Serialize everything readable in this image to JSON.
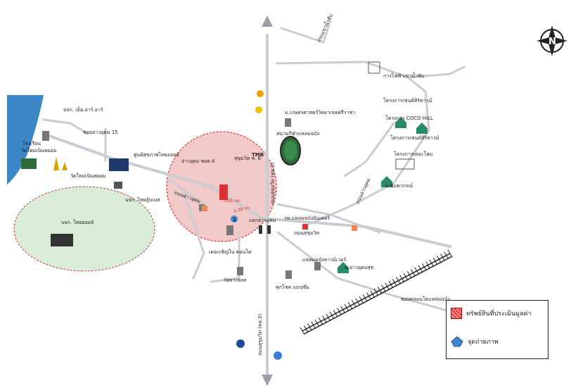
{
  "labels": {
    "bjk_emr": "บจก. เอ็ม.อาร์.อาร์",
    "soi_ao_udom_15": "ซอยอ่าวอุดม 15",
    "rongrian": "โรงเรียน",
    "wat_laem_chabang_top": "วัดใหม่เนินพยอม",
    "wat_mai_noen_phayom": "วัดใหม่เนินพยอม",
    "thai_oil_health": "ศูนย์สุขภาพไทยออยล์",
    "bjk_thai_lube": "บจก. ไทยลู้บเบส",
    "bjk_thai_oil": "บจก. ไทยออยล์",
    "ao_udom_soi4": "อ่าวอุดม ซอย 4",
    "sukhumvit_soi6": "สุขุมวิท ซ. 6",
    "road_ao_udom": "ถนนอ่าวอุดม",
    "ket_consultant_condo": "เคอะเชิญใน คอนโด",
    "kathaplace": "กัตยาเพลส",
    "sukhothai_mansion": "ศุภโชค แมนชั่น",
    "kasetsart_uni": "ม.เกษตรศาสตร์วิทยาเขตศรีราชา",
    "laem_chabang_stadium": "สนามกีฬาแหลมฉบัง",
    "laem_chabang_hospital": "รพ.แหลมฉบังอินเตอร์",
    "ao_udom_intersection": "แยกอ่าวอุดม",
    "sukhumvit_road": "ถนนสุขุมวิท",
    "laem_chabang_tower": "แหลมฉบังทาวน์เวอร์",
    "ma_ao_udom_phatsuk": "ม.อ่าวอุดมสุข",
    "fai_fa": "การไฟฟ้าเขาน้ำซับ",
    "proj_siritown1": "โครงการเซนต์สิริทาวน์",
    "proj_coco_hill": "โครงการ COCO HILL",
    "proj_siritown2": "โครงการเซนต์สิริทาวน์",
    "proj_the_home": "โครงการเดอะโฮม",
    "ma_phimpakon": "ม.พิมพากรณ์",
    "road_khao_nam_sap": "ถนนเขาน้ำซับ",
    "road_sukhumvit_36_top": "ถนนสุขุมวิท (ทล.3)",
    "road_sukhumvit_36_bottom": "ถนนสุขุมวิท (ทล.3)",
    "road_side": "ถนนอ่าวอุดม",
    "soi_ton_laem_chabang": "ซอยตลอนโตแหลมฉบัง",
    "dist_1": "0.05 กม.",
    "dist_2": "0.20 กม.",
    "tmb": "TMB",
    "num1": "1"
  },
  "legend": {
    "property_label": "ทรัพย์สินที่ประเมินมูลค่า",
    "photo_label": "จุดถ่ายภาพ"
  },
  "compass": {
    "letter": "N"
  },
  "colors": {
    "sea": "#3b86c6",
    "oil_zone": "#d8ecd8",
    "property_zone": "#f1c9c9",
    "road": "#c9ccd2",
    "marker_red": "#dd2222",
    "photo_marker": "#3a86cf"
  }
}
